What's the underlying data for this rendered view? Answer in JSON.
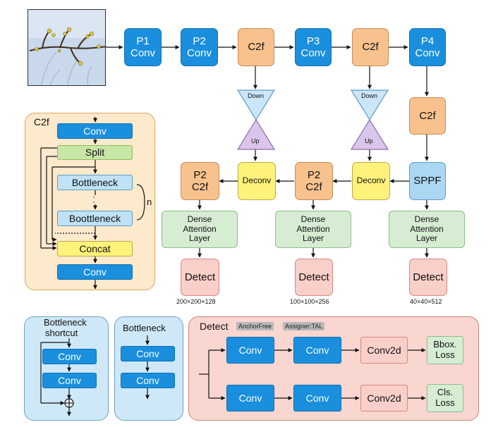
{
  "backbone": {
    "p1": [
      "P1",
      "Conv"
    ],
    "p2": [
      "P2",
      "Conv"
    ],
    "c2f_1": "C2f",
    "p3": [
      "P3",
      "Conv"
    ],
    "c2f_2": "C2f",
    "p4": [
      "P4",
      "Conv"
    ],
    "c2f_3": "C2f",
    "sppf": "SPPF"
  },
  "neck": {
    "down": "Down",
    "up": "Up",
    "deconv": "Deconv",
    "p2c2f": [
      "P2",
      "C2f"
    ]
  },
  "heads": {
    "attention": [
      "Dense",
      "Attention",
      "Layer"
    ],
    "detect": "Detect",
    "sizes": [
      "200×200×128",
      "100×100×256",
      "40×40×512"
    ]
  },
  "c2f_panel": {
    "title": "C2f",
    "conv": "Conv",
    "split": "Split",
    "bottleneck": "Bottleneck",
    "boottleneck": "Boottleneck",
    "dots": "·",
    "n": "n",
    "concat": "Concat"
  },
  "bottleneck_shortcut": {
    "title": [
      "Bottleneck",
      "shortcut"
    ],
    "conv": "Conv",
    "plus": "+"
  },
  "bottleneck_plain": {
    "title": "Bottleneck",
    "conv": "Conv"
  },
  "detect_panel": {
    "title": "Detect",
    "tag1": "AnchorFree",
    "tag2": "Assigner:TAL",
    "conv": "Conv",
    "conv2d": "Conv2d",
    "bbox_loss": [
      "Bbox.",
      "Loss"
    ],
    "cls_loss": [
      "Cls.",
      "Loss"
    ]
  },
  "colors": {
    "conv_blue": "#1a8fdd",
    "c2f_orange": "#f8c28e",
    "deconv_yellow": "#fff27a",
    "sppf_light_blue": "#aad8f3",
    "attention_green": "#d6ecd3",
    "detect_pink": "#f9cfc9",
    "c2f_panel_bg": "#fde9cc",
    "bottleneck_panel_bg": "#cfe8f7",
    "detect_panel_bg": "#f9d6cf"
  }
}
